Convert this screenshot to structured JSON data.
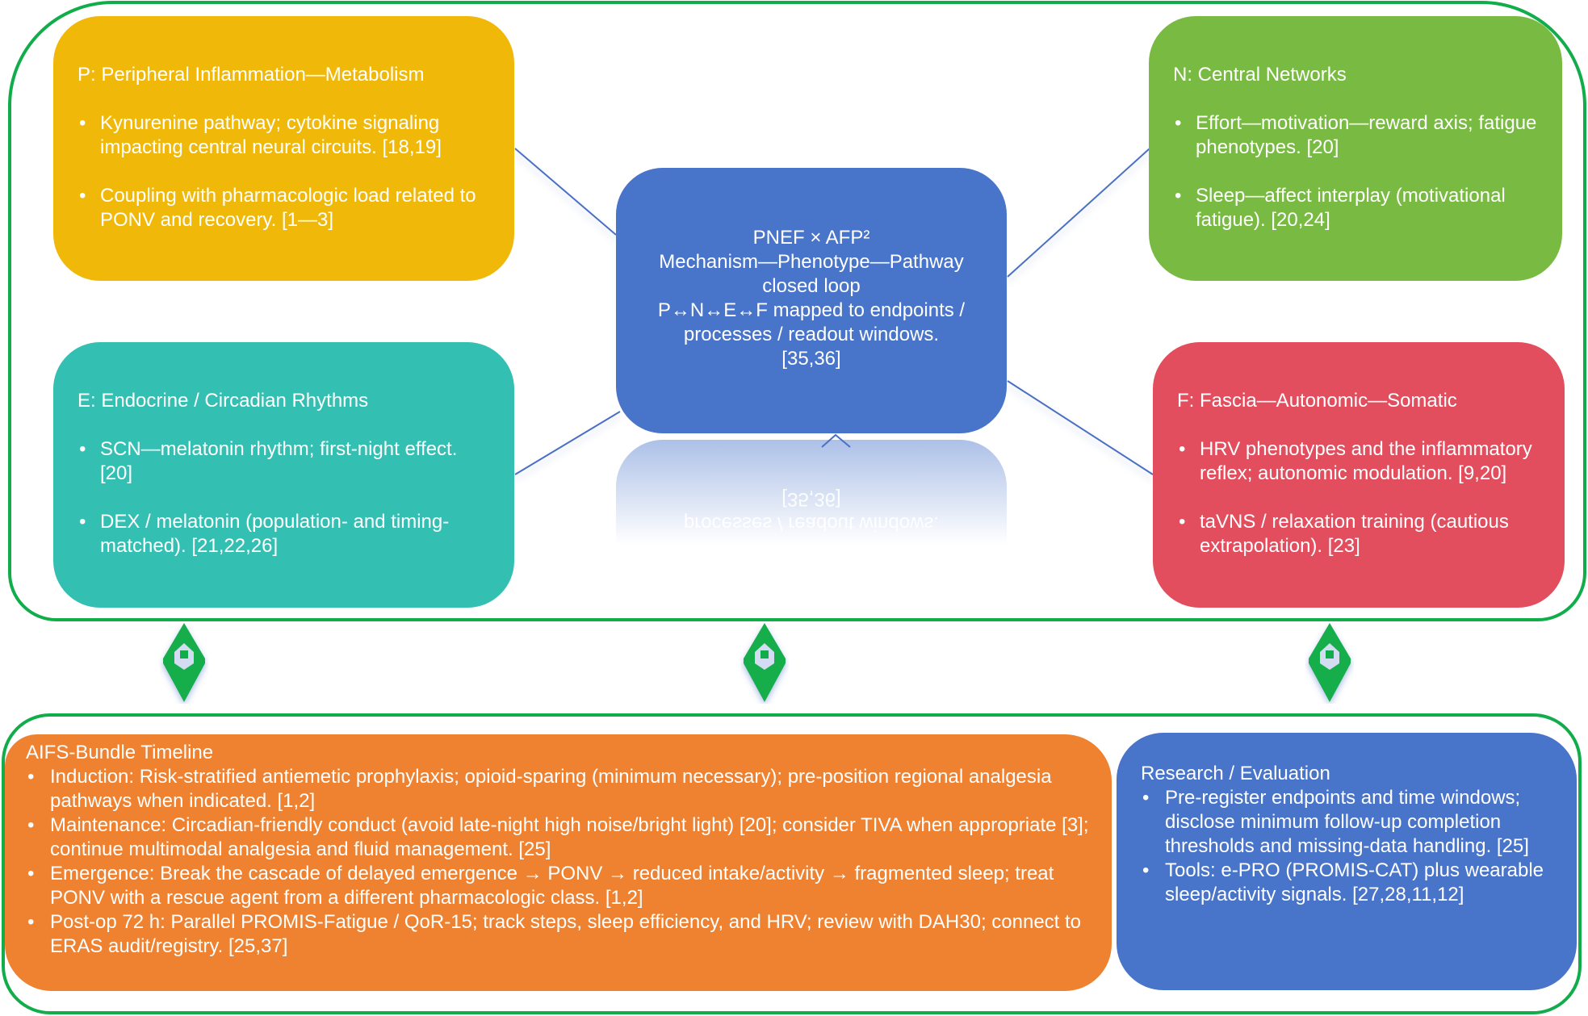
{
  "diagram": {
    "center": {
      "lines": [
        "PNEF × AFP²",
        "Mechanism—Phenotype—Pathway",
        "closed loop",
        "P↔N↔E↔F mapped to endpoints /",
        "processes / readout windows.",
        "[35,36]"
      ],
      "reflection_lines": [
        "[35,36]",
        "processes / readout windows."
      ]
    },
    "p_box": {
      "title": "P: Peripheral Inflammation—Metabolism",
      "bullets": [
        "Kynurenine pathway; cytokine signaling impacting central neural circuits. [18,19]",
        "Coupling with pharmacologic load related to PONV and recovery. [1—3]"
      ]
    },
    "n_box": {
      "title": "N: Central Networks",
      "bullets": [
        "Effort—motivation—reward axis; fatigue phenotypes. [20]",
        "Sleep—affect interplay (motivational fatigue). [20,24]"
      ]
    },
    "e_box": {
      "title": "E: Endocrine / Circadian Rhythms",
      "bullets": [
        "SCN—melatonin rhythm; first-night effect. [20]",
        "DEX / melatonin (population- and timing-matched). [21,22,26]"
      ]
    },
    "f_box": {
      "title": "F: Fascia—Autonomic—Somatic",
      "bullets": [
        "HRV phenotypes and the inflammatory reflex; autonomic modulation. [9,20]",
        "taVNS / relaxation training (cautious extrapolation). [23]"
      ]
    },
    "timeline_box": {
      "title": "AIFS-Bundle Timeline",
      "bullets": [
        "Induction: Risk-stratified antiemetic prophylaxis; opioid-sparing (minimum necessary); pre-position regional analgesia pathways when indicated. [1,2]",
        "Maintenance: Circadian-friendly conduct (avoid late-night high noise/bright light) [20]; consider TIVA when appropriate [3]; continue multimodal analgesia and fluid management. [25]",
        "Emergence: Break the cascade of delayed emergence → PONV → reduced intake/activity → fragmented sleep; treat PONV with a rescue agent from a different pharmacologic class. [1,2]",
        "Post-op 72 h: Parallel PROMIS-Fatigue / QoR-15; track steps, sleep efficiency, and HRV; review with DAH30; connect to ERAS audit/registry. [25,37]"
      ]
    },
    "research_box": {
      "title": "Research / Evaluation",
      "bullets": [
        "Pre-register endpoints and time windows; disclose minimum follow-up completion thresholds and missing-data handling. [25]",
        "Tools: e-PRO (PROMIS-CAT) plus wearable sleep/activity signals. [27,28,11,12]"
      ]
    },
    "connectors": [
      {
        "icon": "double-arrow-diamond-icon"
      },
      {
        "icon": "double-arrow-diamond-icon"
      },
      {
        "icon": "double-arrow-diamond-icon"
      }
    ],
    "colors": {
      "frame": "#12ad4b",
      "p": "#f0b90a",
      "n": "#79bb42",
      "e": "#33c0b3",
      "f": "#e24e5e",
      "center": "#4874ca",
      "timeline": "#ee8230",
      "research": "#4874ca",
      "link_line": "#4a6fc4",
      "connector": "#12ad4b"
    }
  }
}
